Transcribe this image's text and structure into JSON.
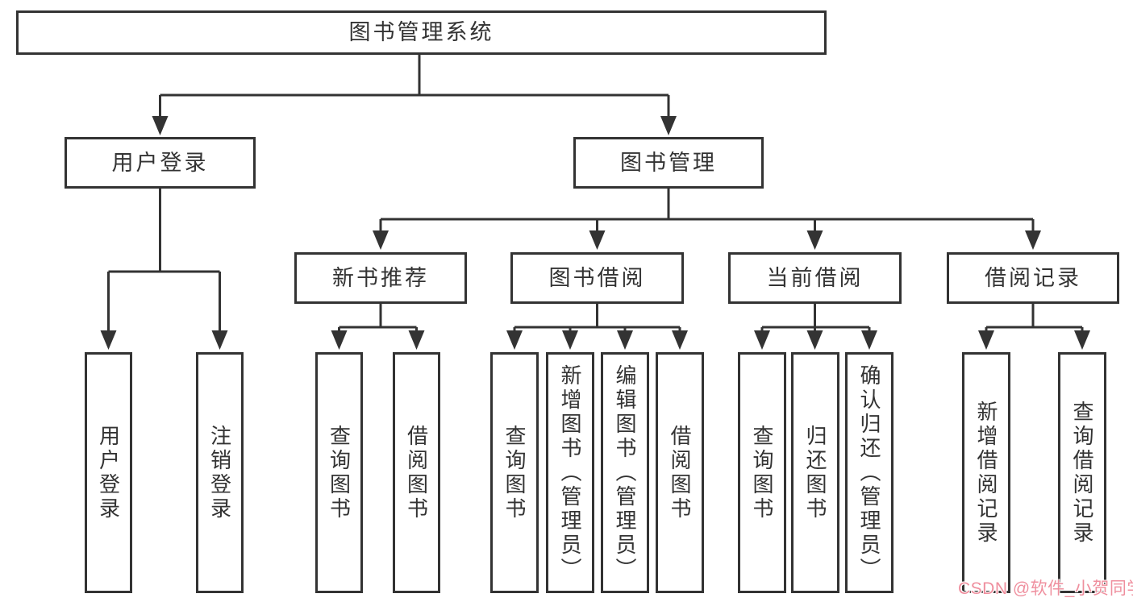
{
  "colors": {
    "background": "#ffffff",
    "line": "#333333",
    "text": "#333333",
    "watermark": "#ef8f9e"
  },
  "watermark": {
    "text": "CSDN @软件_小贺同学"
  },
  "tree": {
    "root": {
      "label": "图书管理系统"
    },
    "level2": [
      {
        "id": "user-login",
        "label": "用户登录"
      },
      {
        "id": "book-mgmt",
        "label": "图书管理"
      }
    ],
    "user_login_children": [
      {
        "label": "用户登录"
      },
      {
        "label": "注销登录"
      }
    ],
    "book_mgmt_children": [
      {
        "id": "new-book-recommend",
        "label": "新书推荐"
      },
      {
        "id": "book-borrow",
        "label": "图书借阅"
      },
      {
        "id": "current-borrow",
        "label": "当前借阅"
      },
      {
        "id": "borrow-records",
        "label": "借阅记录"
      }
    ],
    "new_book_recommend_children": [
      {
        "label": "查询图书"
      },
      {
        "label": "借阅图书"
      }
    ],
    "book_borrow_children": [
      {
        "label": "查询图书"
      },
      {
        "label": "新增图书（管理员）"
      },
      {
        "label": "编辑图书（管理员）"
      },
      {
        "label": "借阅图书"
      }
    ],
    "current_borrow_children": [
      {
        "label": "查询图书"
      },
      {
        "label": "归还图书"
      },
      {
        "label": "确认归还（管理员）"
      }
    ],
    "borrow_records_children": [
      {
        "label": "新增借阅记录"
      },
      {
        "label": "查询借阅记录"
      }
    ]
  }
}
